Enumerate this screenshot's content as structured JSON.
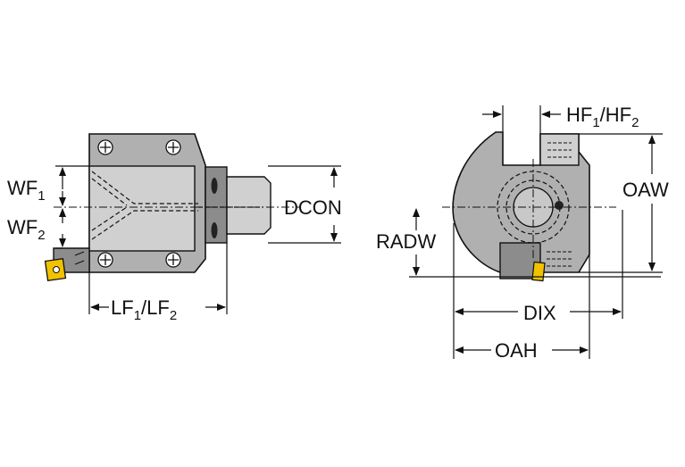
{
  "labels": {
    "wf1": {
      "main": "WF",
      "sub": "1"
    },
    "wf2": {
      "main": "WF",
      "sub": "2"
    },
    "lf": {
      "a": "LF",
      "a_sub": "1",
      "sep": "/",
      "b": "LF",
      "b_sub": "2"
    },
    "dcon": "DCON",
    "radw": "RADW",
    "hf": {
      "a": "HF",
      "a_sub": "1",
      "sep": "/",
      "b": "HF",
      "b_sub": "2"
    },
    "oaw": "OAW",
    "dix": "DIX",
    "oah": "OAH"
  },
  "colors": {
    "body": "#b0b0b0",
    "insert": "#f2c200",
    "line": "#111111"
  }
}
